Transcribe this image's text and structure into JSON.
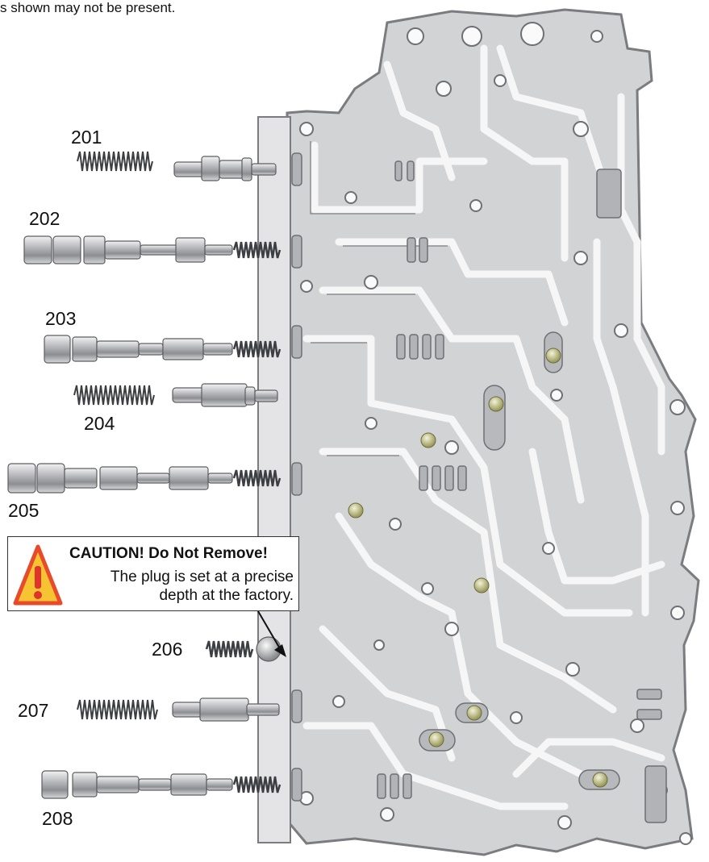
{
  "note": "s shown may not be present.",
  "callouts": [
    {
      "id": "201",
      "label": "201"
    },
    {
      "id": "202",
      "label": "202"
    },
    {
      "id": "203",
      "label": "203"
    },
    {
      "id": "204",
      "label": "204"
    },
    {
      "id": "205",
      "label": "205"
    },
    {
      "id": "206",
      "label": "206"
    },
    {
      "id": "207",
      "label": "207"
    },
    {
      "id": "208",
      "label": "208"
    }
  ],
  "caution": {
    "title": "CAUTION! Do Not Remove!",
    "line1": "The plug is set at a precise",
    "line2": "depth at the factory.",
    "icon": "warning-triangle-icon"
  },
  "colors": {
    "plate_fill": "#d2d3d5",
    "plate_edge": "#7b7c7f",
    "channel": "#f6f6f6",
    "check_ball": "#c9c98e",
    "caution_triangle": "#e84a2c",
    "caution_triangle_fill": "#f6c432"
  }
}
